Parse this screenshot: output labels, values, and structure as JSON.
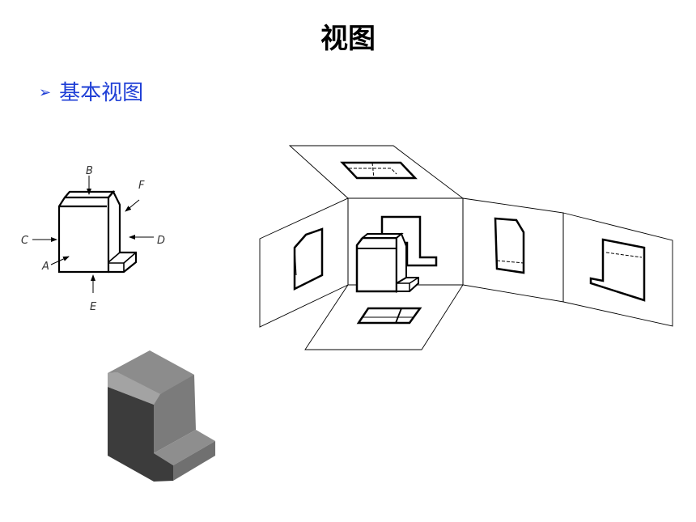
{
  "page_title": "视图",
  "section": {
    "bullet": "➢",
    "heading": "基本视图"
  },
  "direction_labels": {
    "A": "A",
    "B": "B",
    "C": "C",
    "D": "D",
    "E": "E",
    "F": "F"
  }
}
